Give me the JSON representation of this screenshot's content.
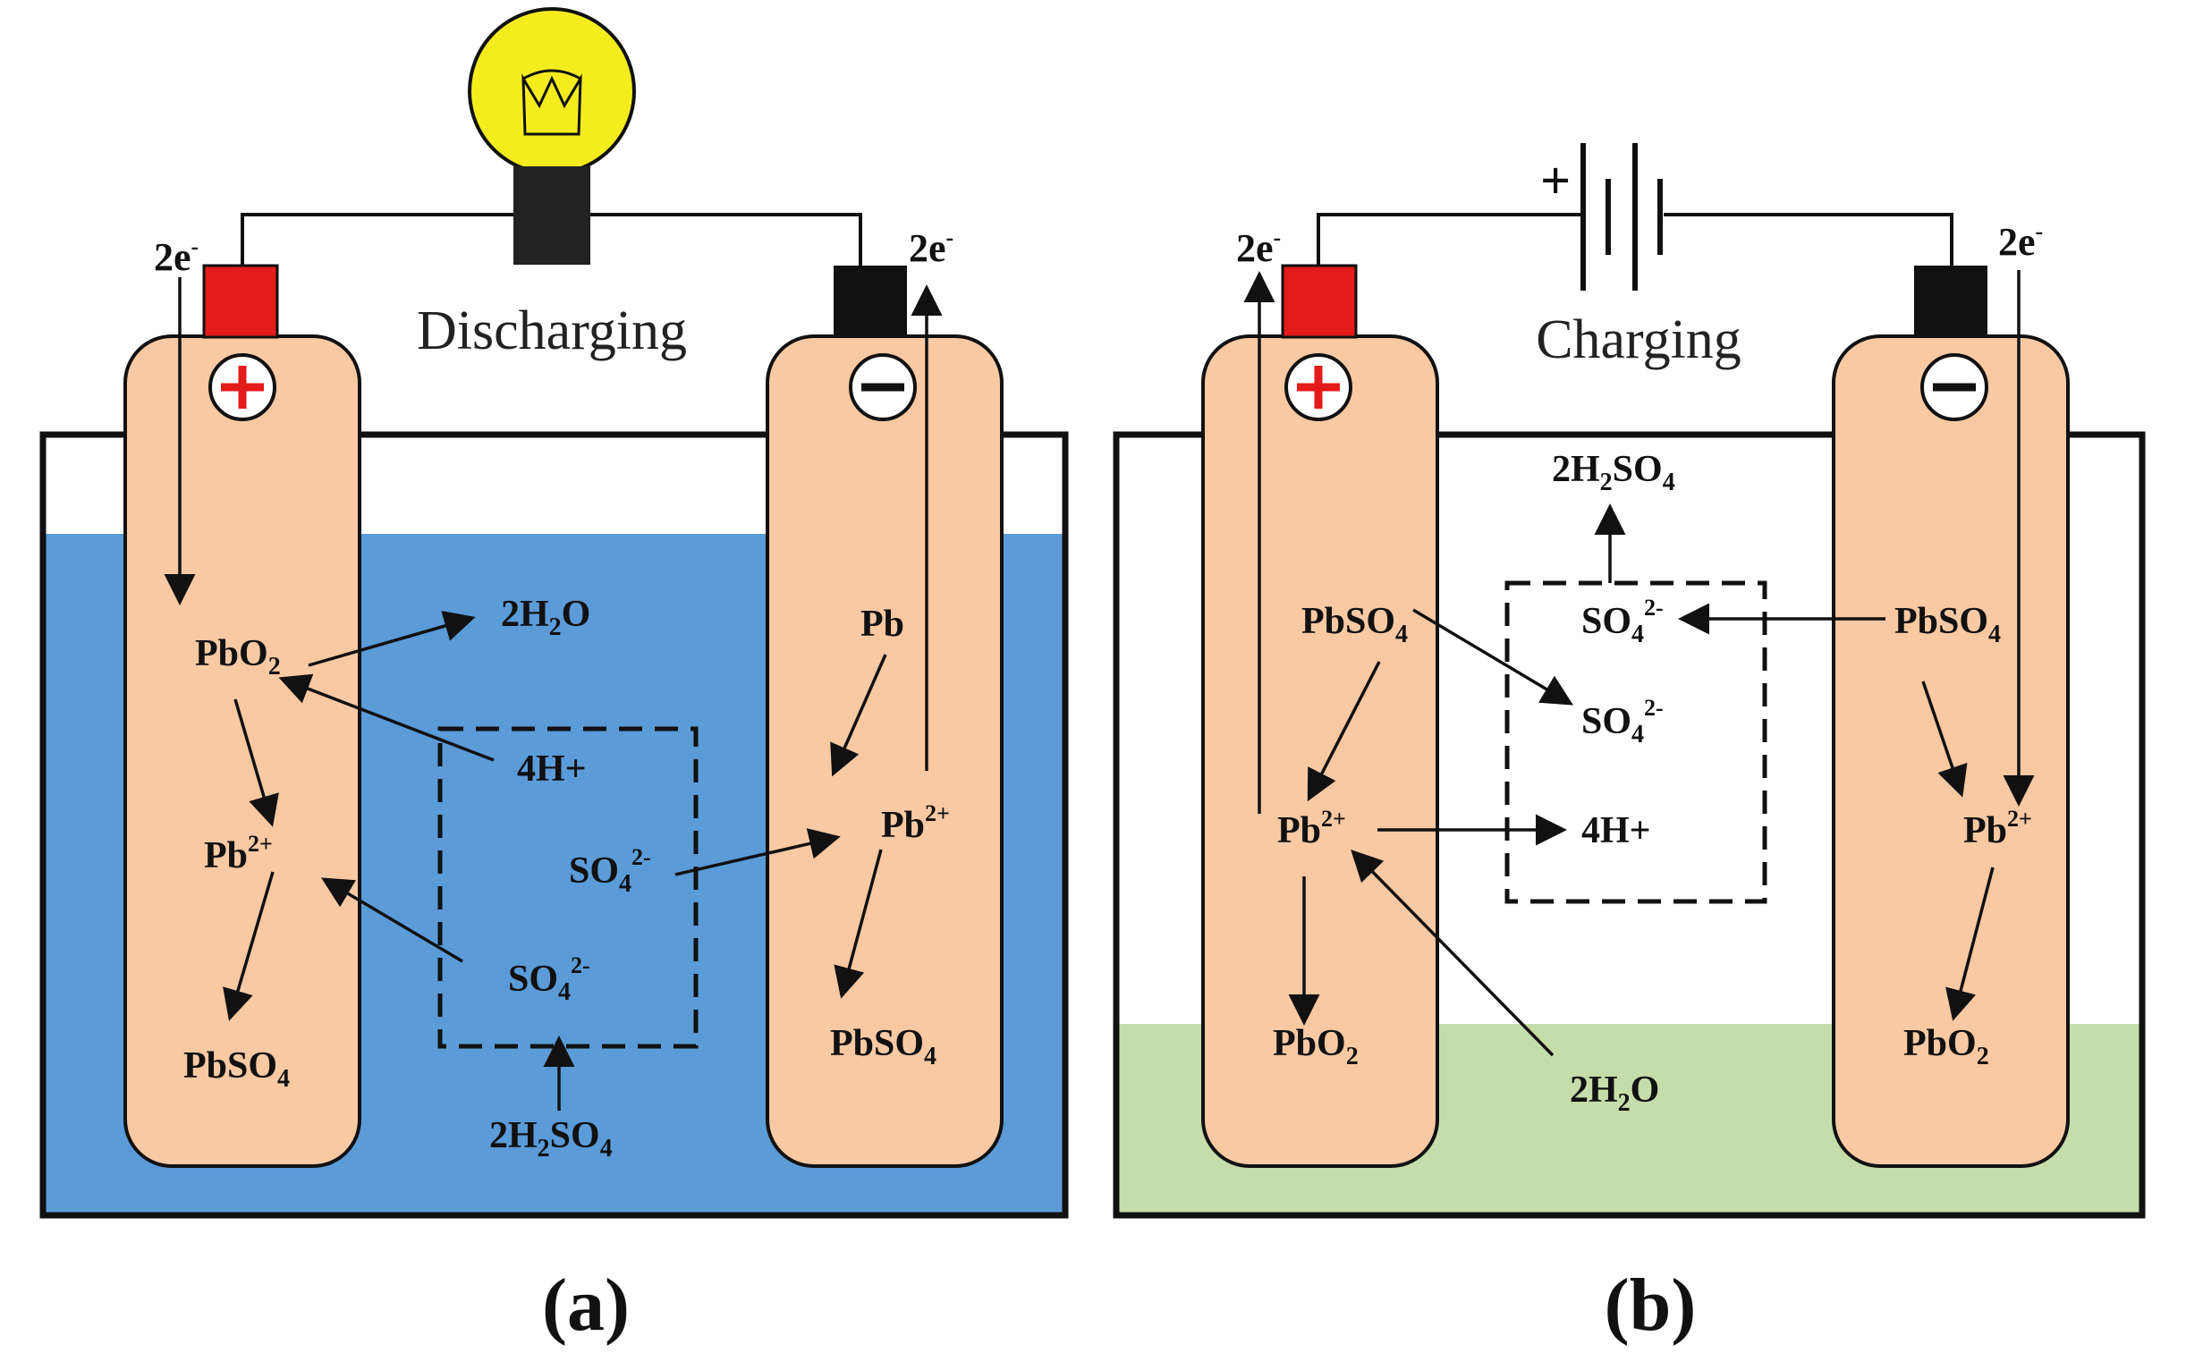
{
  "figure": {
    "panel_a": {
      "title": "Discharging",
      "caption": "(a)",
      "colors": {
        "electrolyte": "#5b9bd8",
        "plate": "#f9c9a4",
        "positive_terminal": "#e31b1b",
        "negative_terminal": "#111111",
        "bulb": "#f5ec1e"
      },
      "labels": {
        "electron_left": {
          "main": "2e",
          "sup": "-"
        },
        "electron_right": {
          "main": "2e",
          "sup": "-"
        },
        "pbo2": {
          "main": "PbO",
          "sub": "2"
        },
        "h2o": {
          "pre": "2H",
          "sub": "2",
          "post": "O"
        },
        "h_plus": "4H+",
        "pb2_left": {
          "main": "Pb",
          "sup": "2+"
        },
        "so4_left": {
          "main": "SO",
          "sub": "4",
          "sup": "2-"
        },
        "pbso4_left": {
          "main": "PbSO",
          "sub": "4"
        },
        "h2so4": {
          "pre": "2H",
          "sub": "2",
          "post": "SO",
          "sub2": "4"
        },
        "so4_right": {
          "main": "SO",
          "sub": "4",
          "sup": "2-"
        },
        "pb": "Pb",
        "pb2_right": {
          "main": "Pb",
          "sup": "2+"
        },
        "pbso4_right": {
          "main": "PbSO",
          "sub": "4"
        }
      }
    },
    "panel_b": {
      "title": "Charging",
      "caption": "(b)",
      "battery_plus": "+",
      "colors": {
        "electrolyte": "#c5ddaa",
        "plate": "#f9c9a4",
        "positive_terminal": "#e31b1b",
        "negative_terminal": "#111111"
      },
      "labels": {
        "electron_left": {
          "main": "2e",
          "sup": "-"
        },
        "electron_right": {
          "main": "2e",
          "sup": "-"
        },
        "h2so4": {
          "pre": "2H",
          "sub": "2",
          "post": "SO",
          "sub2": "4"
        },
        "pbso4_left": {
          "main": "PbSO",
          "sub": "4"
        },
        "so4_top": {
          "main": "SO",
          "sub": "4",
          "sup": "2-"
        },
        "pbso4_right": {
          "main": "PbSO",
          "sub": "4"
        },
        "so4_mid": {
          "main": "SO",
          "sub": "4",
          "sup": "2-"
        },
        "pb2_left": {
          "main": "Pb",
          "sup": "2+"
        },
        "h_plus": "4H+",
        "pb2_right": {
          "main": "Pb",
          "sup": "2+"
        },
        "pbo2_left": {
          "main": "PbO",
          "sub": "2"
        },
        "h2o": {
          "pre": "2H",
          "sub": "2",
          "post": "O"
        },
        "pbo2_right": {
          "main": "PbO",
          "sub": "2"
        }
      }
    }
  }
}
